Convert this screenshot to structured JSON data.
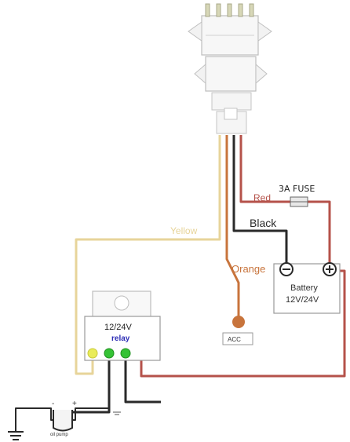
{
  "labels": {
    "fuse": "3A FUSE",
    "red": "Red",
    "black": "Black",
    "yellow": "Yellow",
    "orange": "Orange",
    "battery_line1": "Battery",
    "battery_line2": "12V/24V",
    "relay_line1": "12/24V",
    "relay_line2": "relay",
    "acc": "ACC",
    "pump": "oil pump",
    "minus": "-",
    "plus": "+"
  },
  "colors": {
    "red_wire": "#b5524a",
    "black_wire": "#2a2a2a",
    "yellow_wire": "#e7d49a",
    "orange_wire": "#c8743c",
    "green_terminal": "#35c235",
    "yellow_terminal": "#e9ec5a",
    "relay_text_blue": "#2d2db5"
  }
}
